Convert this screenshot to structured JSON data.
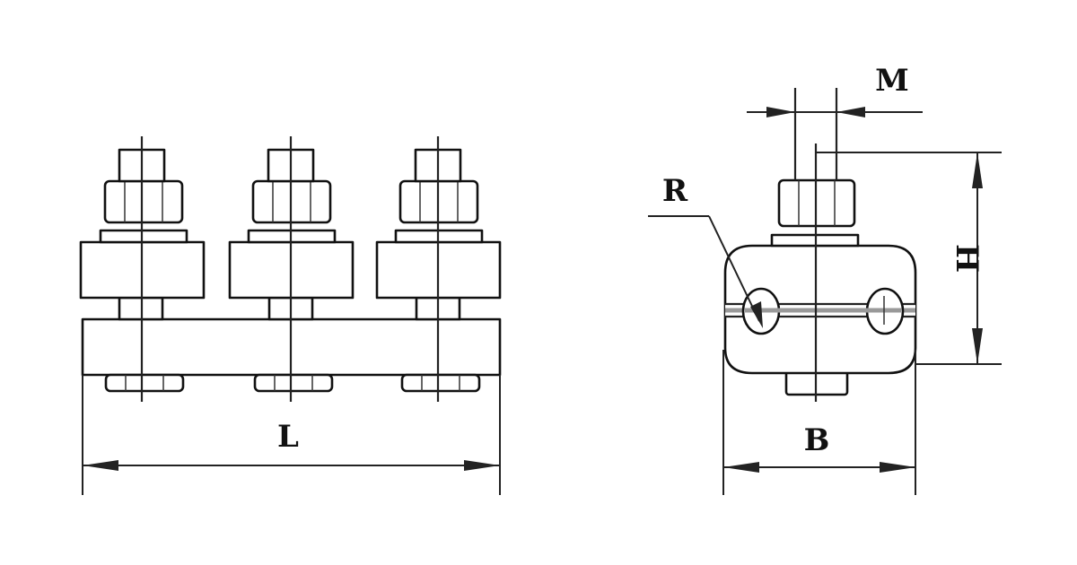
{
  "labels": {
    "length": "L",
    "width": "B",
    "height": "H",
    "bolt": "M",
    "radius": "R"
  }
}
